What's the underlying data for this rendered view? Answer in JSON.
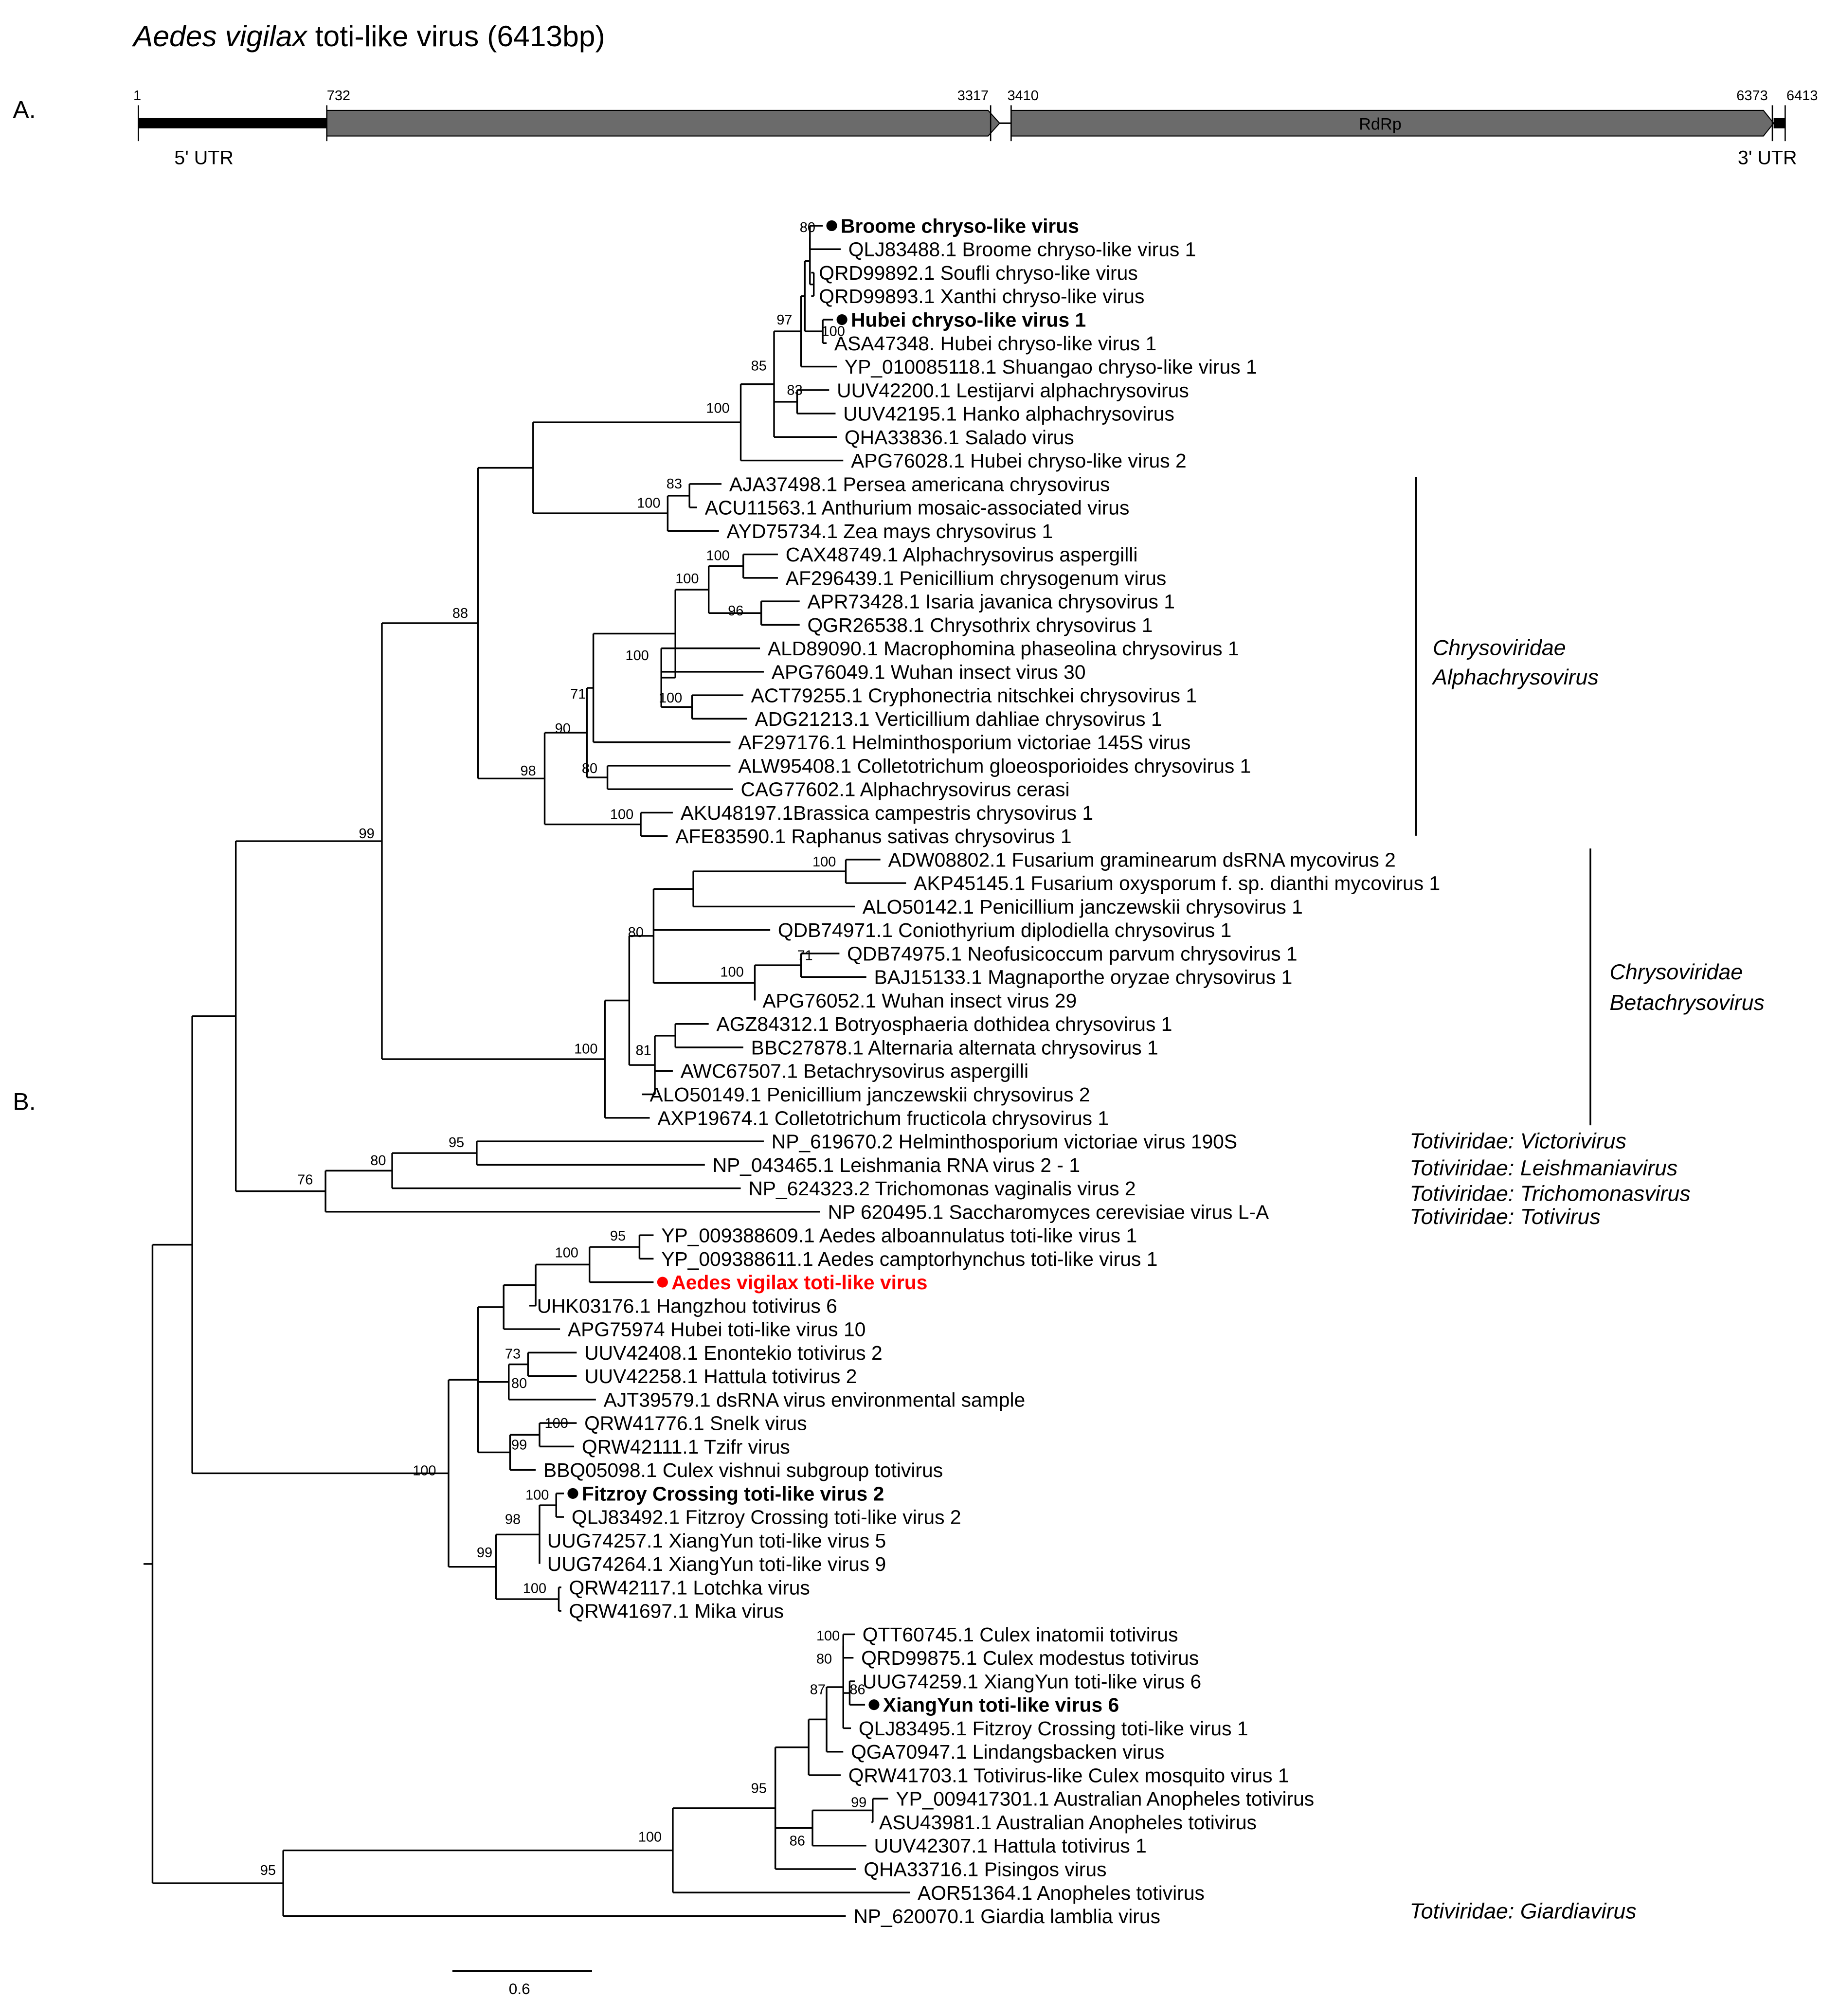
{
  "title": {
    "italic": "Aedes vigilax",
    "rest": " toti-like virus (6413bp)"
  },
  "panels": {
    "a": "A.",
    "b": "B."
  },
  "genome_map": {
    "positions": [
      "1",
      "732",
      "3317",
      "3410",
      "6373",
      "6413"
    ],
    "utr5": "5' UTR",
    "utr3": "3' UTR",
    "orf2_label": "RdRp"
  },
  "clade_labels": {
    "chryso_alpha": [
      "Chrysoviridae",
      "Alphachrysovirus"
    ],
    "chryso_beta": [
      "Chrysoviridae",
      "Betachrysovirus"
    ],
    "victorivirus": "Totiviridae: Victorivirus",
    "leishmaniavirus": "Totiviridae: Leishmaniavirus",
    "trichomonasvirus": "Totiviridae: Trichomonasvirus",
    "totivirus": "Totiviridae: Totivirus",
    "giardiavirus": "Totiviridae: Giardiavirus"
  },
  "scale_bar": "0.6",
  "colors": {
    "highlight": "#ff0000",
    "text": "#000000",
    "orf_fill": "#6b6b6b"
  },
  "tree": {
    "taxa": [
      "Broome chryso-like virus",
      "QLJ83488.1 Broome chryso-like virus 1",
      "QRD99892.1 Soufli chryso-like virus",
      "QRD99893.1 Xanthi chryso-like virus",
      "Hubei chryso-like virus 1",
      "ASA47348. Hubei chryso-like virus 1",
      "YP_010085118.1 Shuangao chryso-like virus 1",
      "UUV42200.1 Lestijarvi alphachrysovirus",
      "UUV42195.1 Hanko alphachrysovirus",
      "QHA33836.1 Salado virus",
      "APG76028.1 Hubei chryso-like virus 2",
      "AJA37498.1 Persea americana chrysovirus",
      "ACU11563.1 Anthurium mosaic-associated virus",
      "AYD75734.1 Zea mays chrysovirus 1",
      "CAX48749.1 Alphachrysovirus aspergilli",
      "AF296439.1 Penicillium chrysogenum virus",
      "APR73428.1 Isaria javanica chrysovirus 1",
      "QGR26538.1 Chrysothrix chrysovirus 1",
      "ALD89090.1 Macrophomina phaseolina chrysovirus 1",
      "APG76049.1 Wuhan insect virus 30",
      "ACT79255.1 Cryphonectria nitschkei chrysovirus 1",
      "ADG21213.1 Verticillium dahliae chrysovirus 1",
      "AF297176.1 Helminthosporium victoriae 145S virus",
      "ALW95408.1 Colletotrichum gloeosporioides chrysovirus 1",
      "CAG77602.1 Alphachrysovirus cerasi",
      "AKU48197.1Brassica campestris chrysovirus 1",
      "AFE83590.1 Raphanus sativas chrysovirus 1",
      "ADW08802.1 Fusarium graminearum dsRNA mycovirus 2",
      "AKP45145.1 Fusarium oxysporum f. sp. dianthi mycovirus 1",
      "ALO50142.1 Penicillium janczewskii chrysovirus 1",
      "QDB74971.1 Coniothyrium diplodiella chrysovirus 1",
      "QDB74975.1 Neofusicoccum parvum chrysovirus 1",
      "BAJ15133.1 Magnaporthe oryzae chrysovirus 1",
      "APG76052.1 Wuhan insect virus 29",
      "AGZ84312.1 Botryosphaeria dothidea chrysovirus 1",
      "BBC27878.1 Alternaria alternata chrysovirus 1",
      "AWC67507.1 Betachrysovirus aspergilli",
      "ALO50149.1 Penicillium janczewskii chrysovirus 2",
      "AXP19674.1 Colletotrichum fructicola chrysovirus 1",
      "NP_619670.2 Helminthosporium victoriae virus 190S",
      "NP_043465.1 Leishmania RNA virus 2 - 1",
      "NP_624323.2 Trichomonas vaginalis virus 2",
      "NP 620495.1 Saccharomyces cerevisiae virus L-A",
      "YP_009388609.1 Aedes alboannulatus toti-like virus 1",
      "YP_009388611.1 Aedes camptorhynchus toti-like virus 1",
      "Aedes vigilax toti-like virus",
      "UHK03176.1 Hangzhou totivirus 6",
      "APG75974 Hubei toti-like virus 10",
      "UUV42408.1 Enontekio totivirus 2",
      "UUV42258.1 Hattula totivirus 2",
      "AJT39579.1 dsRNA virus environmental sample",
      "QRW41776.1 Snelk virus",
      "QRW42111.1 Tzifr virus",
      "BBQ05098.1 Culex vishnui subgroup totivirus",
      "Fitzroy Crossing toti-like virus 2",
      "QLJ83492.1 Fitzroy Crossing toti-like virus 2",
      "UUG74257.1 XiangYun toti-like virus 5",
      "UUG74264.1 XiangYun toti-like virus 9",
      "QRW42117.1 Lotchka virus",
      "QRW41697.1 Mika virus",
      "QTT60745.1 Culex inatomii totivirus",
      "QRD99875.1 Culex modestus totivirus",
      "UUG74259.1 XiangYun toti-like virus 6",
      "XiangYun toti-like virus 6",
      "QLJ83495.1 Fitzroy Crossing toti-like virus 1",
      "QGA70947.1 Lindangsbacken virus",
      "QRW41703.1 Totivirus-like Culex mosquito virus 1",
      "YP_009417301.1 Australian Anopheles totivirus",
      "ASU43981.1 Australian Anopheles totivirus",
      "UUV42307.1 Hattula totivirus 1",
      "QHA33716.1 Pisingos virus",
      "AOR51364.1 Anopheles totivirus",
      "NP_620070.1 Giardia lamblia virus"
    ],
    "bootstrap": [
      "80",
      "97",
      "100",
      "85",
      "83",
      "100",
      "83",
      "100",
      "88",
      "100",
      "100",
      "96",
      "100",
      "100",
      "71",
      "90",
      "80",
      "98",
      "100",
      "99",
      "100",
      "71",
      "100",
      "80",
      "81",
      "100",
      "95",
      "80",
      "76",
      "95",
      "100",
      "100",
      "73",
      "80",
      "99",
      "100",
      "100",
      "98",
      "99",
      "100",
      "100",
      "80",
      "86",
      "87",
      "99",
      "95",
      "86",
      "100",
      "95"
    ]
  }
}
